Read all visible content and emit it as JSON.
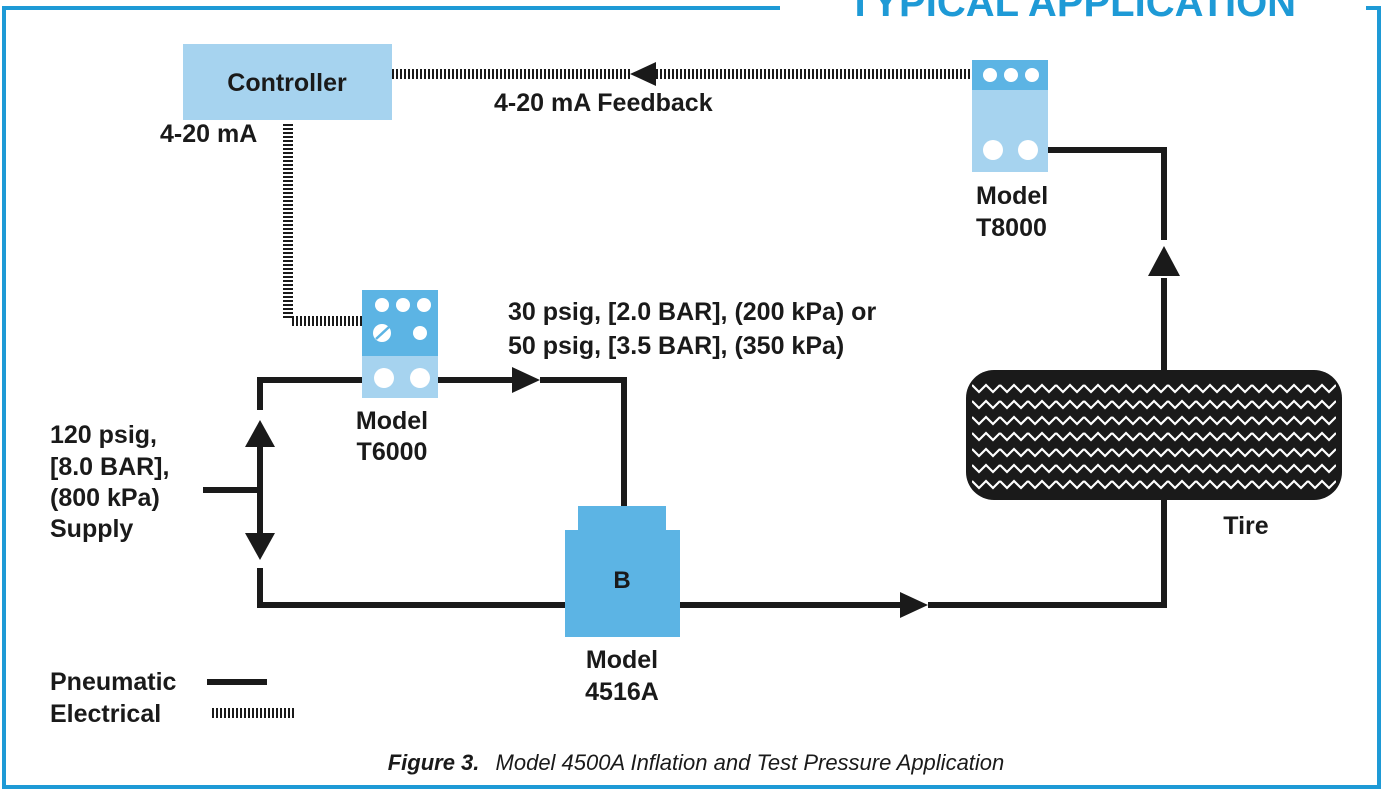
{
  "header": {
    "title": "TYPICAL APPLICATION"
  },
  "controller": {
    "label": "Controller"
  },
  "signals": {
    "controller_output": "4-20 mA",
    "feedback": "4-20 mA Feedback"
  },
  "devices": {
    "t6000": {
      "line1": "Model",
      "line2": "T6000"
    },
    "t8000": {
      "line1": "Model",
      "line2": "T8000"
    },
    "m4516a": {
      "letter": "B",
      "line1": "Model",
      "line2": "4516A"
    }
  },
  "supply": {
    "line1": "120 psig,",
    "line2": "[8.0 BAR],",
    "line3": "(800 kPa)",
    "line4": "Supply"
  },
  "output_pressure": {
    "line1": "30 psig, [2.0 BAR], (200 kPa) or",
    "line2": "50 psig, [3.5 BAR], (350 kPa)"
  },
  "tire": {
    "label": "Tire"
  },
  "legend": {
    "pneumatic": "Pneumatic",
    "electrical": "Electrical"
  },
  "caption": {
    "figure": "Figure 3.",
    "text": "Model 4500A Inflation and Test Pressure Application"
  },
  "colors": {
    "border": "#1e9ad6",
    "title": "#1e9ad6",
    "device_light": "#a6d3ef",
    "device_dark": "#5cb4e4",
    "line": "#1a1a1a"
  }
}
